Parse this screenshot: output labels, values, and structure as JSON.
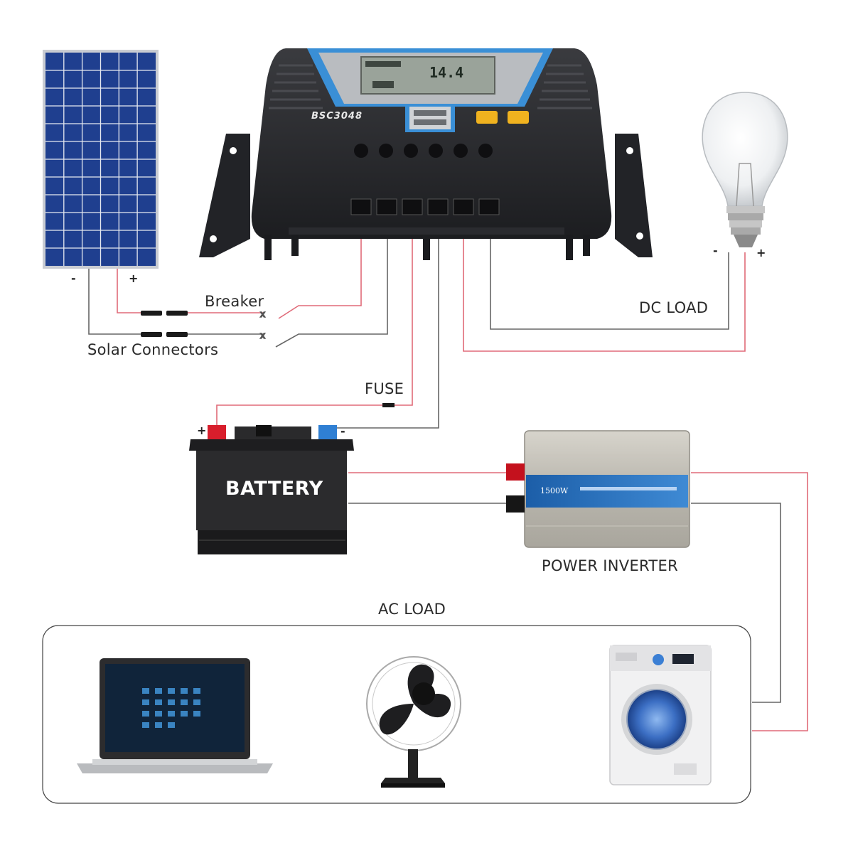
{
  "controller": {
    "model": "BSC3048",
    "lcd_reading": "14.4"
  },
  "labels": {
    "breaker": "Breaker",
    "solar_connectors": "Solar Connectors",
    "fuse": "FUSE",
    "dc_load": "DC LOAD",
    "battery": "BATTERY",
    "power_inverter": "POWER INVERTER",
    "ac_load": "AC LOAD"
  },
  "signs": {
    "panel_minus": "-",
    "panel_plus": "+",
    "battery_plus": "+",
    "battery_minus": "-",
    "bulb_minus": "-",
    "bulb_plus": "+"
  },
  "inverter": {
    "rating": "1500W"
  },
  "colors": {
    "positive_wire": "#e06a78",
    "negative_wire": "#666666",
    "controller_accent": "#3a8fd6",
    "panel_blue": "#1f3f8f",
    "terminal_red": "#d81e2c",
    "terminal_blue": "#2f7fd3"
  },
  "icons": [
    "solar-panel-icon",
    "charge-controller-icon",
    "light-bulb-icon",
    "battery-icon",
    "power-inverter-icon",
    "laptop-icon",
    "fan-icon",
    "washing-machine-icon"
  ]
}
